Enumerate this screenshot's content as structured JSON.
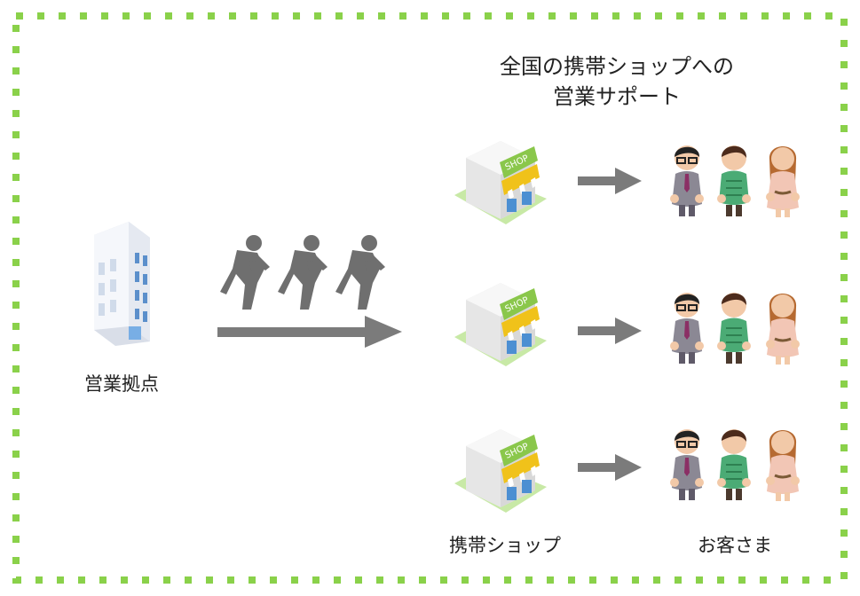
{
  "diagram": {
    "title_line_1": "全国の携帯ショップへの",
    "title_line_2": "営業サポート",
    "base_label": "営業拠点",
    "shop_label": "携帯ショップ",
    "customer_label": "お客さま",
    "shop_sign_text": "SHOP"
  },
  "colors": {
    "frame": "#8ad14a",
    "arrow": "#7b7b7b",
    "runner": "#6f6f6f",
    "building": "#eef1f8",
    "window": "#5b8fcb",
    "shop_roof": "#8ac74b",
    "shop_awning": "#f0c21a",
    "ground": "#c8e9a6"
  },
  "icons": [
    "sales-office-building-icon",
    "salesperson-runner-icon",
    "right-arrow-icon",
    "mobile-shop-icon",
    "customer-man-glasses-icon",
    "customer-man-green-icon",
    "customer-woman-icon"
  ]
}
